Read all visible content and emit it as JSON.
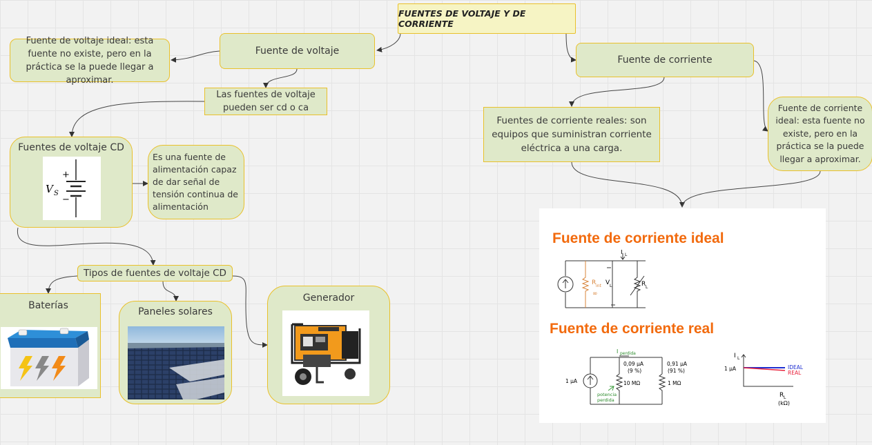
{
  "title": "FUENTES DE VOLTAJE Y DE CORRIENTE",
  "nodes": {
    "fuente_voltaje": "Fuente de voltaje",
    "voltaje_ideal": "Fuente de voltaje ideal: esta fuente no existe, pero en la práctica se la puede llegar a aproximar.",
    "cd_o_ca": "Las fuentes de voltaje pueden ser cd o ca",
    "voltaje_cd": "Fuentes de voltaje CD",
    "cd_descripcion": "Es una fuente de alimentación capaz de dar señal de tensión continua de alimentación",
    "tipos_cd": "Tipos de fuentes de voltaje CD",
    "baterias": "Baterías",
    "paneles": "Paneles solares",
    "generador": "Generador",
    "fuente_corriente": "Fuente de corriente",
    "corriente_reales": "Fuentes de corriente reales: son equipos que suministran corriente eléctrica a una carga.",
    "corriente_ideal": "Fuente de corriente ideal: esta fuente no existe, pero en la práctica se la puede llegar a aproximar."
  },
  "battery_symbol": {
    "label": "V",
    "subscript": "S",
    "plus": "+",
    "minus": "−"
  },
  "circuit": {
    "ideal_title": "Fuente de corriente ideal",
    "real_title": "Fuente de corriente real",
    "ideal_labels": {
      "il": "I",
      "il_sub": "L",
      "rint": "R",
      "rint_sub": "int",
      "rint_val": "∞",
      "vl": "V",
      "vl_sub": "L",
      "rl": "R",
      "rl_sub": "L"
    },
    "real_labels": {
      "iperdida": "I",
      "iperdida_sub": "perdida",
      "source": "1 μA",
      "i1": "0,09 μA",
      "p1": "(9 %)",
      "i2": "0,91 μA",
      "p2": "(91 %)",
      "r1": "10 MΩ",
      "r2": "1 MΩ",
      "potencia": "potencia",
      "perdida": "perdida"
    },
    "graph": {
      "ylabel": "I",
      "ylabel_sub": "L",
      "ytick": "1 μA",
      "xlabel": "R",
      "xlabel_sub": "L",
      "xunit": "(kΩ)",
      "ideal": "IDEAL",
      "real": "REAL"
    }
  },
  "colors": {
    "node_fill": "#dfe9c9",
    "node_border": "#e9c02a",
    "title_fill": "#f6f4c4",
    "accent_orange": "#f26a0d",
    "ideal_blue": "#1f2fd1",
    "real_red": "#e8203a"
  }
}
